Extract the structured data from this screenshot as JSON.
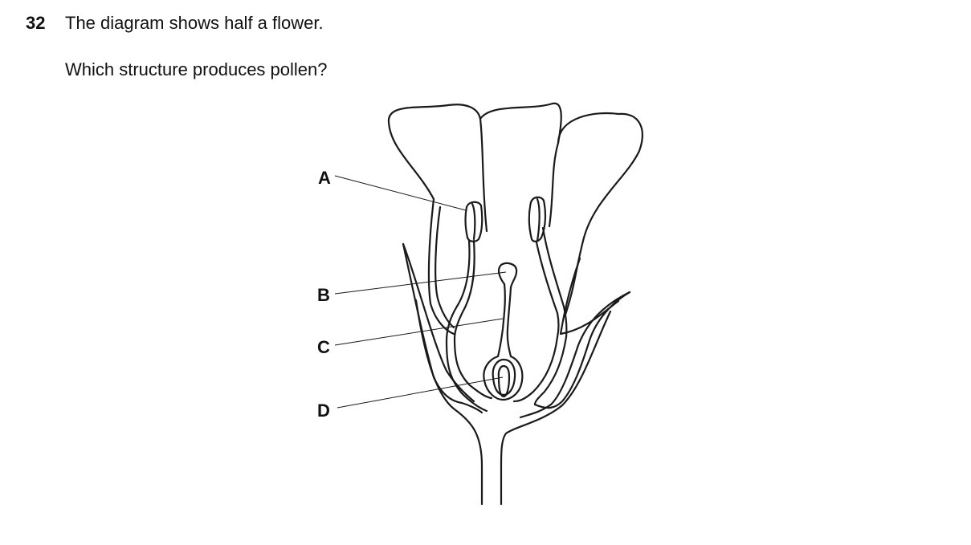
{
  "question": {
    "number": "32",
    "text": "The diagram shows half a flower.",
    "prompt": "Which structure produces pollen?"
  },
  "diagram": {
    "labels": {
      "a": "A",
      "b": "B",
      "c": "C",
      "d": "D"
    }
  }
}
